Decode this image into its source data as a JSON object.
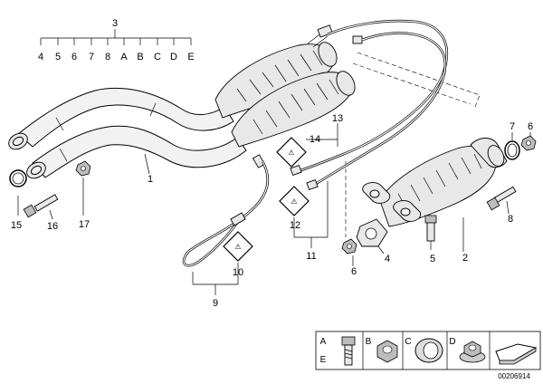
{
  "parts": {
    "p3": "3",
    "row": [
      "4",
      "5",
      "6",
      "7",
      "8",
      "A",
      "B",
      "C",
      "D",
      "E"
    ],
    "p1": "1",
    "p2": "2",
    "p4": "4",
    "p5": "5",
    "p6_mid": "6",
    "p6_right": "6",
    "p7": "7",
    "p8": "8",
    "p9": "9",
    "p10": "10",
    "p11": "11",
    "p12": "12",
    "p13": "13",
    "p14": "14",
    "p15": "15",
    "p16": "16",
    "p17": "17"
  },
  "legend": {
    "a": "A",
    "b": "B",
    "c": "C",
    "d": "D",
    "e": "E"
  },
  "doc_number": "00206914",
  "warning_sign": "⚠"
}
